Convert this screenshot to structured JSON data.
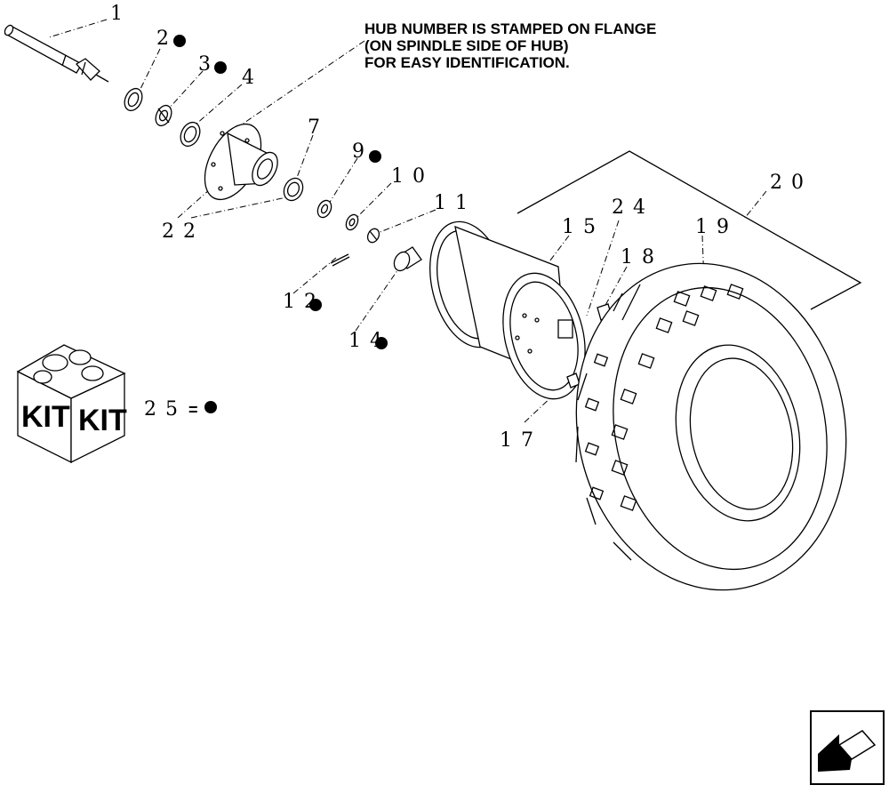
{
  "note": {
    "line1": "HUB NUMBER IS STAMPED ON FLANGE",
    "line2": "(ON SPINDLE SIDE OF HUB)",
    "line3": "FOR EASY IDENTIFICATION."
  },
  "callouts": {
    "c1": "1",
    "c2": "2",
    "c3": "3",
    "c4": "4",
    "c7": "7",
    "c9": "9",
    "c10": "10",
    "c11": "11",
    "c12": "12",
    "c14": "14",
    "c15": "15",
    "c17": "17",
    "c18": "18",
    "c19": "19",
    "c20": "20",
    "c22": "22",
    "c24": "24",
    "c25": "25"
  },
  "kit": {
    "label_left": "KIT",
    "label_right": "KIT",
    "equals": "="
  },
  "icons": {
    "nav": "arrow-icon",
    "kit": "kit-box-icon",
    "marker": "bullet-dot-icon"
  }
}
